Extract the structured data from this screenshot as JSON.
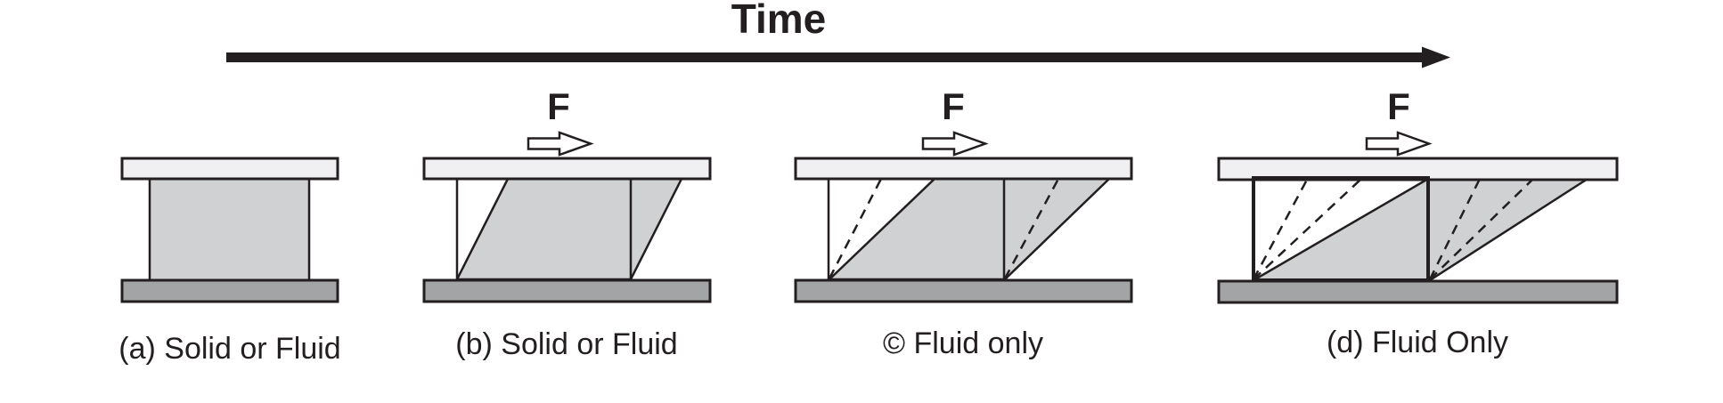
{
  "figure": {
    "time_axis": {
      "label": "Time"
    },
    "colors": {
      "ink": "#231f20",
      "top_plate": "#f0f0f2",
      "fluid_block": "#cfd1d2",
      "bottom_plate": "#a2a4a5",
      "background": "#ffffff"
    },
    "panels": [
      {
        "caption": "(a) Solid or Fluid"
      },
      {
        "caption": "(b) Solid or Fluid",
        "force_label": "F"
      },
      {
        "caption": "© Fluid only",
        "force_label": "F"
      },
      {
        "caption": "(d) Fluid Only",
        "force_label": "F"
      }
    ]
  }
}
